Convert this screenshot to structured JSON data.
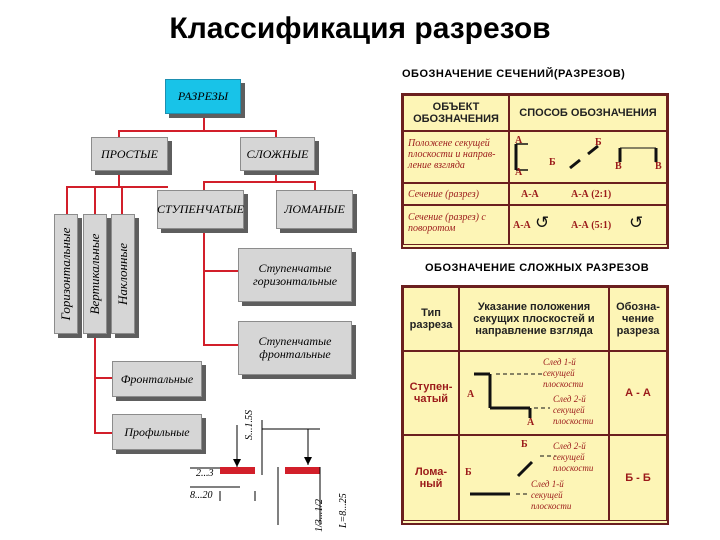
{
  "title": "Классификация разрезов",
  "tree": {
    "root": "РАЗРЕЗЫ",
    "simple": "ПРОСТЫЕ",
    "complex": "СЛОЖНЫЕ",
    "stepped": "СТУПЕНЧАТЫЕ",
    "broken": "ЛОМАНЫЕ",
    "horizontal": "Горизонтальные",
    "vertical": "Вертикальные",
    "inclined": "Наклонные",
    "frontal": "Фронтальные",
    "profile": "Профильные",
    "stepped_horizontal": "Ступенчатые горизонтальные",
    "stepped_frontal": "Ступенчатые фронтальные"
  },
  "dims": {
    "a": "2...3",
    "b": "8...20",
    "c": "S...1.5S",
    "d": "1/3...1/2",
    "e": "L=8...25"
  },
  "table1": {
    "caption": "ОБОЗНАЧЕНИЕ СЕЧЕНИЙ(РАЗРЕЗОВ)",
    "h1": "ОБЪЕКТ ОБОЗНАЧЕНИЯ",
    "h2": "СПОСОБ ОБОЗНАЧЕНИЯ",
    "r1": "Положене секущей плоскости и направ- ление взгляда",
    "r1_a_top": "А",
    "r1_a_bot": "А",
    "r1_b_top": "Б",
    "r1_b_bot": "Б",
    "r1_v1": "В",
    "r1_v2": "В",
    "r2": "Сечение (разрез)",
    "r2_v1": "А-А",
    "r2_v2": "А-А (2:1)",
    "r3": "Сечение (разрез) с поворотом",
    "r3_v1": "А-А",
    "r3_v2": "А-А (5:1)"
  },
  "table2": {
    "caption": "ОБОЗНАЧЕНИЕ СЛОЖНЫХ РАЗРЕЗОВ",
    "h1": "Тип разреза",
    "h2": "Указание положения секущих плоскостей и направление взгляда",
    "h3": "Обозна- чение разреза",
    "row1_type": "Ступен- чатый",
    "row1_n1": "След 1-й секущей плоскости",
    "row1_n2": "След 2-й секущей плоскости",
    "row1_l": "А",
    "row1_r": "А",
    "row1_mark": "А - А",
    "row2_type": "Лома- ный",
    "row2_n1": "След 2-й секущей плоскости",
    "row2_n2": "След 1-й секущей плоскости",
    "row2_l": "Б",
    "row2_t": "Б",
    "row2_mark": "Б - Б"
  }
}
